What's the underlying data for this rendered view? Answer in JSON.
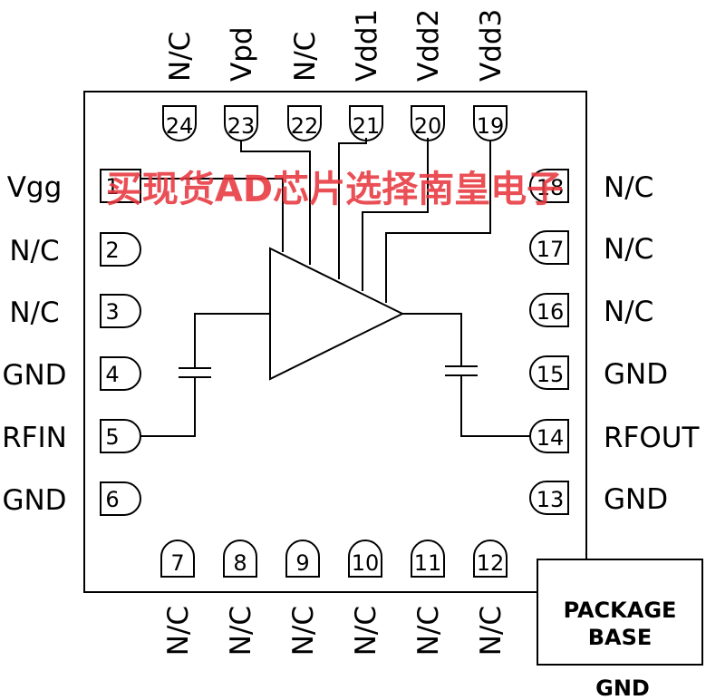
{
  "diagram": {
    "top_pins": [
      {
        "num": "24",
        "label": "N/C"
      },
      {
        "num": "23",
        "label": "Vpd"
      },
      {
        "num": "22",
        "label": "N/C"
      },
      {
        "num": "21",
        "label": "Vdd1"
      },
      {
        "num": "20",
        "label": "Vdd2"
      },
      {
        "num": "19",
        "label": "Vdd3"
      }
    ],
    "left_pins": [
      {
        "num": "1",
        "label": "Vgg"
      },
      {
        "num": "2",
        "label": "N/C"
      },
      {
        "num": "3",
        "label": "N/C"
      },
      {
        "num": "4",
        "label": "GND"
      },
      {
        "num": "5",
        "label": "RFIN"
      },
      {
        "num": "6",
        "label": "GND"
      }
    ],
    "right_pins": [
      {
        "num": "18",
        "label": "N/C"
      },
      {
        "num": "17",
        "label": "N/C"
      },
      {
        "num": "16",
        "label": "N/C"
      },
      {
        "num": "15",
        "label": "GND"
      },
      {
        "num": "14",
        "label": "RFOUT"
      },
      {
        "num": "13",
        "label": "GND"
      }
    ],
    "bottom_pins": [
      {
        "num": "7",
        "label": "N/C"
      },
      {
        "num": "8",
        "label": "N/C"
      },
      {
        "num": "9",
        "label": "N/C"
      },
      {
        "num": "10",
        "label": "N/C"
      },
      {
        "num": "11",
        "label": "N/C"
      },
      {
        "num": "12",
        "label": "N/C"
      }
    ],
    "package_base": {
      "line1": "PACKAGE",
      "line2": "BASE",
      "ground_label": "GND"
    },
    "watermark": "买现货AD芯片选择南皇电子"
  }
}
